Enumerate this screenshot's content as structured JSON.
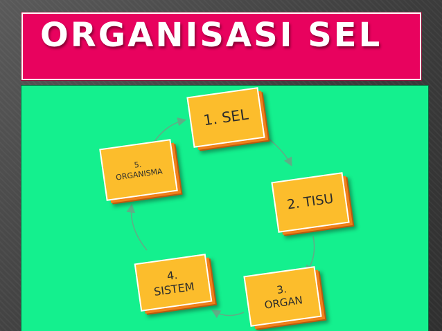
{
  "header": {
    "title": "ORGANISASI SEL"
  },
  "colors": {
    "title_background": "#e8025e",
    "content_background": "#14f08e",
    "box_fill": "#fcbd2c",
    "box_side": "#f0801a",
    "arrow": "#5fae86"
  },
  "cycle": [
    {
      "number": "1.",
      "label": "SEL"
    },
    {
      "number": "2.",
      "label": "TISU"
    },
    {
      "number": "3.",
      "label": "ORGAN"
    },
    {
      "number": "4.",
      "label": "SISTEM"
    },
    {
      "number": "5.",
      "label": "ORGANISMA"
    }
  ]
}
